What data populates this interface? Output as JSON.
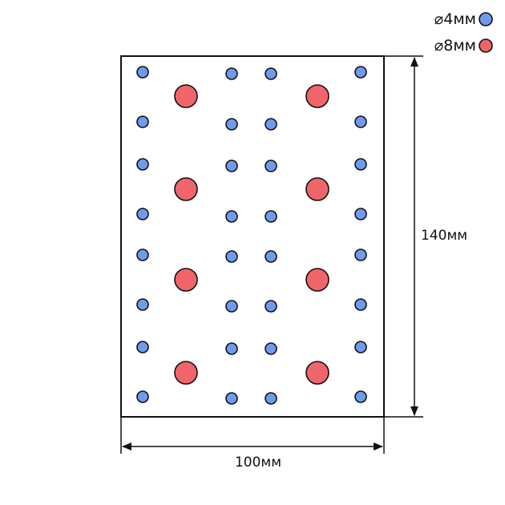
{
  "legend": {
    "small_label": "⌀4мм",
    "large_label": "⌀8мм"
  },
  "dimensions": {
    "width_label": "100мм",
    "height_label": "140мм"
  },
  "colors": {
    "small_hole": "#6f9bef",
    "large_hole": "#f0656a",
    "outline": "#111111",
    "plate_fill": "#ffffff"
  },
  "holes": {
    "small_diameter_mm": 4,
    "large_diameter_mm": 8,
    "small_count": 32,
    "large_count": 8
  }
}
